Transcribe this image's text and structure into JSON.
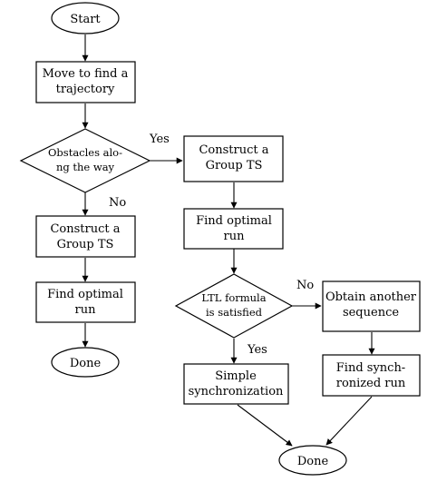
{
  "nodes": {
    "start": "Start",
    "move_find": [
      "Move to find a",
      "trajectory"
    ],
    "obstacles": [
      "Obstacles alo-",
      "ng the way"
    ],
    "construct_left": [
      "Construct a",
      "Group TS"
    ],
    "find_left": [
      "Find optimal",
      "run"
    ],
    "done_left": "Done",
    "construct_right": [
      "Construct a",
      "Group TS"
    ],
    "find_right": [
      "Find optimal",
      "run"
    ],
    "ltl": [
      "LTL formula",
      "is satisfied"
    ],
    "obtain": [
      "Obtain another",
      "sequence"
    ],
    "simple_sync": [
      "Simple",
      "synchronization"
    ],
    "find_sync": [
      "Find synch-",
      "ronized run"
    ],
    "done_final": "Done"
  },
  "edge_labels": {
    "obstacles_yes": "Yes",
    "obstacles_no": "No",
    "ltl_no": "No",
    "ltl_yes": "Yes"
  }
}
